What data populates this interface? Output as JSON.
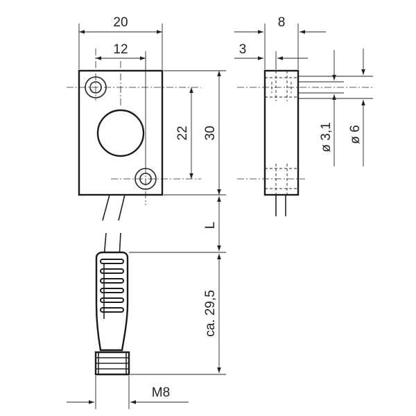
{
  "dimensions": {
    "width_20": "20",
    "hole_spacing_12": "12",
    "height_22": "22",
    "height_30": "30",
    "depth_8": "8",
    "offset_3": "3",
    "hole_diameter": "ø 3,1",
    "counterbore_diameter": "ø 6",
    "cable_length": "L",
    "connector_length": "ca. 29,5",
    "thread": "M8"
  }
}
